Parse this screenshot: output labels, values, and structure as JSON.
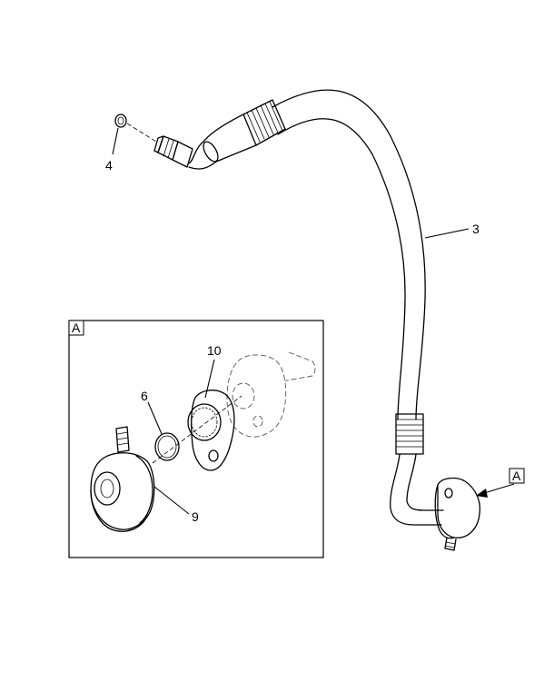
{
  "callouts": {
    "item_3": "3",
    "item_4": "4",
    "item_6": "6",
    "item_9": "9",
    "item_10": "10",
    "view_a_marker": "A",
    "view_a_detail_label": "A"
  },
  "colors": {
    "line": "#000000",
    "phantom_line": "#555555",
    "background": "#ffffff"
  }
}
